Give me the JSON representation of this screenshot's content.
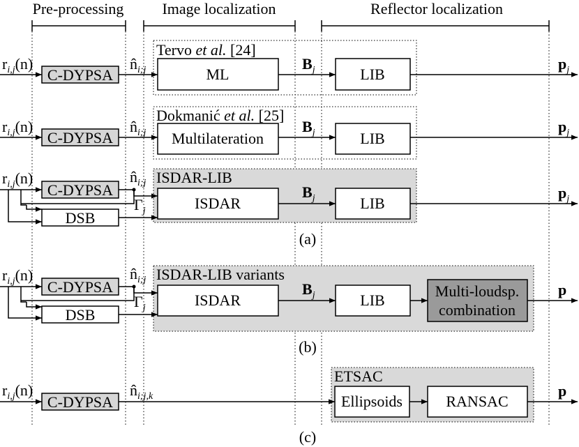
{
  "headers": {
    "preprocessing": "Pre-processing",
    "image_localization": "Image localization",
    "reflector_localization": "Reflector localization"
  },
  "rows": {
    "tervo": {
      "input": "r",
      "input_sub": "i,j",
      "input_arg": "(n)",
      "cdypsa": "C-DYPSA",
      "nhat": "n̂",
      "nhat_sub": "i;j",
      "group_title_pre": "Tervo ",
      "group_title_em": "et al.",
      "group_title_post": " [24]",
      "method": "ML",
      "b": "B",
      "b_sub": "j",
      "lib": "LIB",
      "p": "p",
      "p_sub": "j"
    },
    "dokmanic": {
      "input": "r",
      "input_sub": "i,j",
      "input_arg": "(n)",
      "cdypsa": "C-DYPSA",
      "nhat": "n̂",
      "nhat_sub": "i;j",
      "group_title_pre": "Dokmanić ",
      "group_title_em": "et al.",
      "group_title_post": " [25]",
      "method": "Multilateration",
      "b": "B",
      "b_sub": "j",
      "lib": "LIB",
      "p": "p",
      "p_sub": "j"
    },
    "isdar_lib": {
      "input": "r",
      "input_sub": "i,j",
      "input_arg": "(n)",
      "cdypsa": "C-DYPSA",
      "dsb": "DSB",
      "nhat": "n̂",
      "nhat_sub": "i;j",
      "gamma": "Γ",
      "gamma_sub": "j",
      "group_title": "ISDAR-LIB",
      "method": "ISDAR",
      "b": "B",
      "b_sub": "j",
      "lib": "LIB",
      "p": "p",
      "p_sub": "j",
      "caption": "(a)"
    },
    "variants": {
      "input": "r",
      "input_sub": "i,j",
      "input_arg": "(n)",
      "cdypsa": "C-DYPSA",
      "dsb": "DSB",
      "nhat": "n̂",
      "nhat_sub": "i;j",
      "gamma": "Γ",
      "gamma_sub": "j",
      "group_title": "ISDAR-LIB variants",
      "method": "ISDAR",
      "b": "B",
      "b_sub": "j",
      "lib": "LIB",
      "combo_line1": "Multi-loudsp.",
      "combo_line2": "combination",
      "p": "p",
      "caption": "(b)"
    },
    "etsac": {
      "input": "r",
      "input_sub": "i,j",
      "input_arg": "(n)",
      "cdypsa": "C-DYPSA",
      "nhat": "n̂",
      "nhat_sub": "i;j,k",
      "group_title": "ETSAC",
      "ellipsoids": "Ellipsoids",
      "ransac": "RANSAC",
      "p": "p",
      "caption": "(c)"
    }
  }
}
